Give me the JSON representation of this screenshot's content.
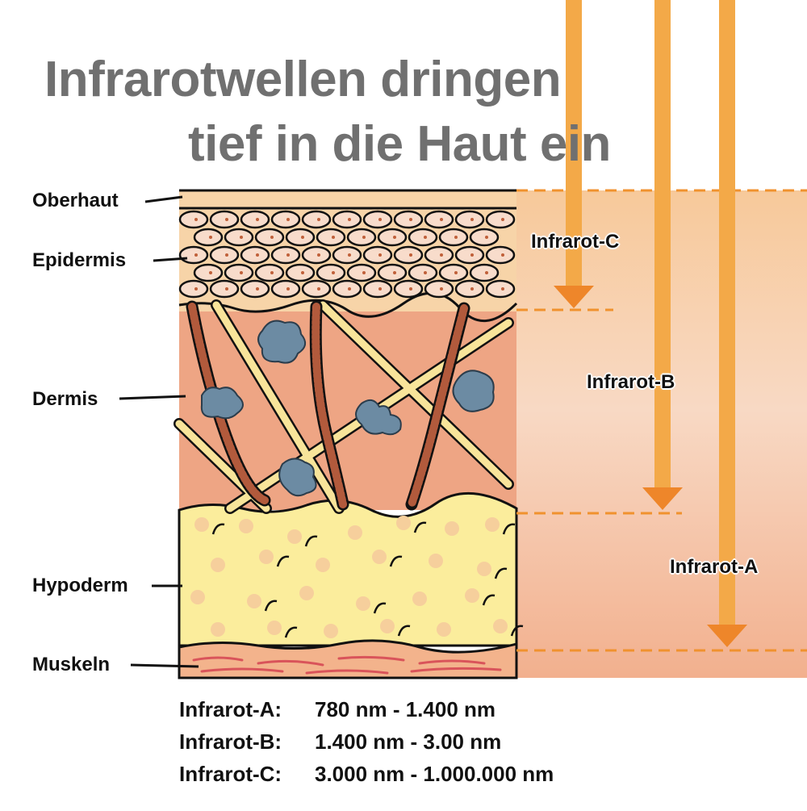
{
  "title": {
    "line1": "Infrarotwellen dringen",
    "line2": "tief in die Haut ein"
  },
  "layers": {
    "oberhaut": "Oberhaut",
    "epidermis": "Epidermis",
    "dermis": "Dermis",
    "hypoderm": "Hypoderm",
    "muskeln": "Muskeln"
  },
  "rays": {
    "c": "Infrarot-C",
    "b": "Infrarot-B",
    "a": "Infrarot-A"
  },
  "legend": [
    {
      "name": "Infrarot-A:",
      "range": "780 nm - 1.400 nm"
    },
    {
      "name": "Infrarot-B:",
      "range": "1.400 nm - 3.00 nm"
    },
    {
      "name": "Infrarot-C:",
      "range": "3.000 nm - 1.000.000 nm"
    }
  ],
  "colors": {
    "title": "#707070",
    "arrow": "#f0922e",
    "epidermis": "#f7d4a8",
    "dermis": "#eea584",
    "hypoderm": "#fbed9c",
    "muscle": "#f3b38c"
  }
}
